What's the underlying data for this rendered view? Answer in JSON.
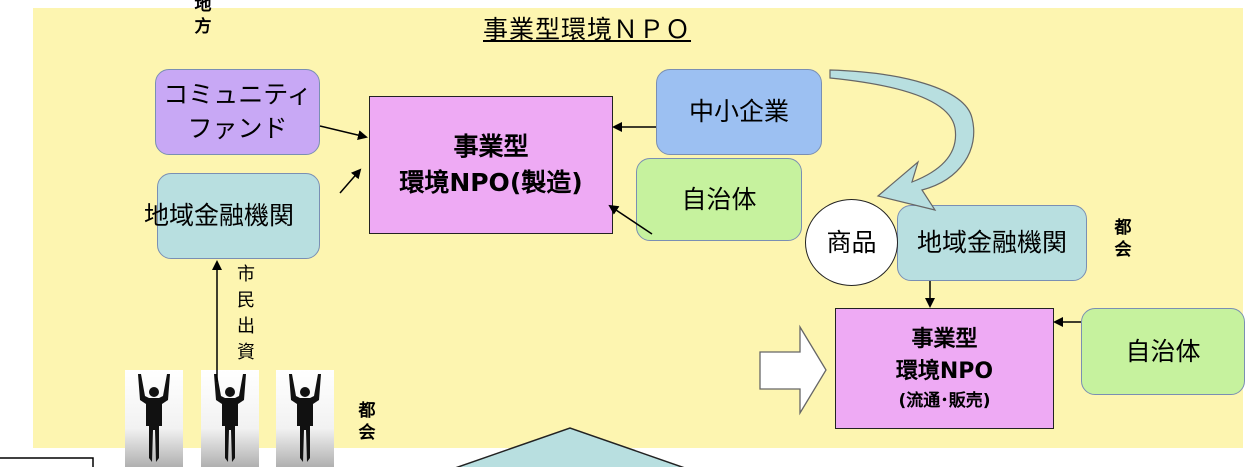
{
  "title": "事業型環境ＮＰＯ",
  "labels": {
    "chihou": [
      "地",
      "方"
    ],
    "tokai_right": [
      "都",
      "会"
    ],
    "tokai_bottom": [
      "都",
      "会"
    ],
    "shimin": [
      "市",
      "民",
      "出",
      "資"
    ]
  },
  "nodes": {
    "community_fund": [
      "コミュニティ",
      "ファンド"
    ],
    "local_bank_left": "地域金融機関",
    "npo_manufacturing": [
      "事業型",
      "環境NPO",
      "(製造)"
    ],
    "sme": "中小企業",
    "municipality_top": "自治体",
    "product": "商品",
    "local_bank_right": "地域金融機関",
    "npo_sales": [
      "事業型",
      "環境NPO",
      "(流通･販売)"
    ],
    "municipality_bottom": "自治体"
  },
  "colors": {
    "panel": "#fdf5b0",
    "purple": "#c8a8f5",
    "pink": "#eeaaf4",
    "lightblue": "#b8dfe0",
    "blue": "#9cc0f2",
    "green": "#c6f29e"
  }
}
